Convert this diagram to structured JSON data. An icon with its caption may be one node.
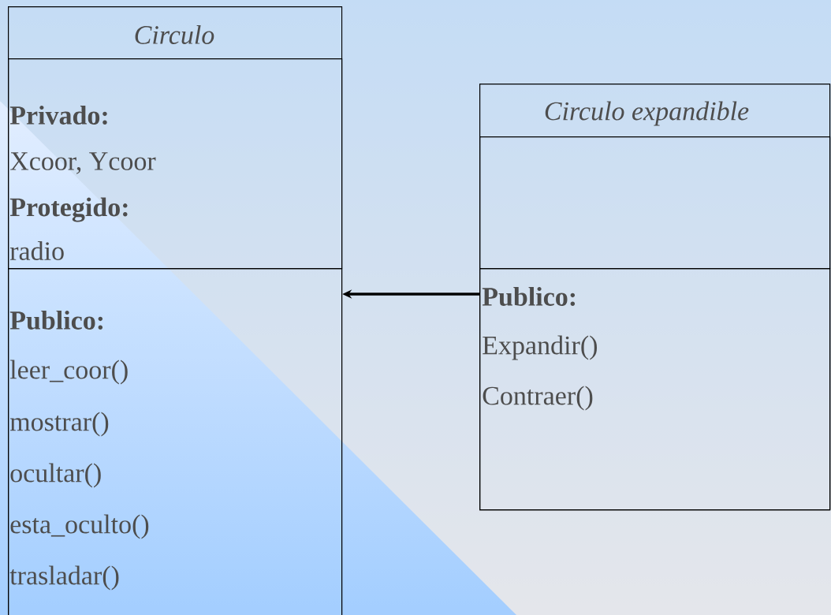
{
  "diagram": {
    "nodes": [
      {
        "text": [
          "Circulo"
        ]
      },
      {
        "text": [
          "Privado:",
          "Xcoor, Ycoor",
          "Protegido:",
          "radio"
        ],
        "in": 0
      },
      {
        "text": [
          "Publico:",
          "leer_coor()",
          "mostrar()",
          "ocultar()",
          "esta_oculto()",
          "trasladar()"
        ],
        "in": 0
      },
      {
        "text": [
          "Circulo expandible"
        ]
      },
      {
        "text": [],
        "shape": "box",
        "in": 3
      },
      {
        "text": [
          "Publico:",
          "Expandir()",
          "Contraer()"
        ],
        "in": 3
      }
    ],
    "edges": [
      {
        "from": 5,
        "to": 2,
        "arrow": "to"
      }
    ]
  }
}
